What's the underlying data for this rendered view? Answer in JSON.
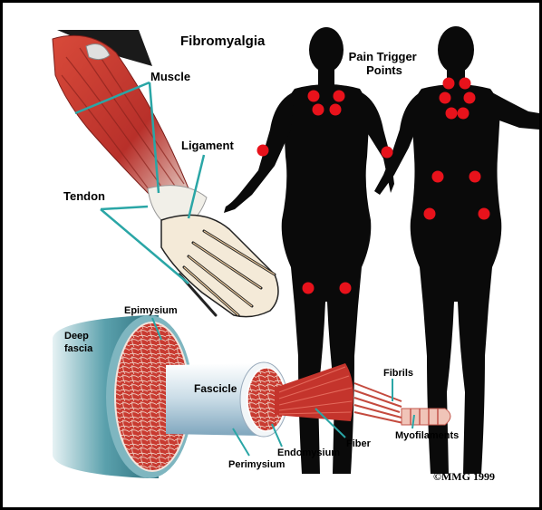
{
  "title": "Fibromyalgia",
  "trigger_title": [
    "Pain Trigger",
    "Points"
  ],
  "arm_labels": {
    "muscle": "Muscle",
    "ligament": "Ligament",
    "tendon": "Tendon"
  },
  "muscle_labels": {
    "epimysium": "Epimysium",
    "deep_fascia": [
      "Deep",
      "fascia"
    ],
    "fascicle": "Fascicle",
    "fibrils": "Fibrils",
    "fiber": "Fiber",
    "myofilaments": "Myofilaments",
    "endomysium": "Endomysium",
    "perimysium": "Perimysium"
  },
  "copyright": "©MMG 1999",
  "colors": {
    "pointer_line": "#2aa6a6",
    "trigger_point": "#e8121b",
    "silhouette": "#0a0a0a",
    "muscle_red": "#c0312b",
    "fascia_teal": "#3f8a96"
  }
}
